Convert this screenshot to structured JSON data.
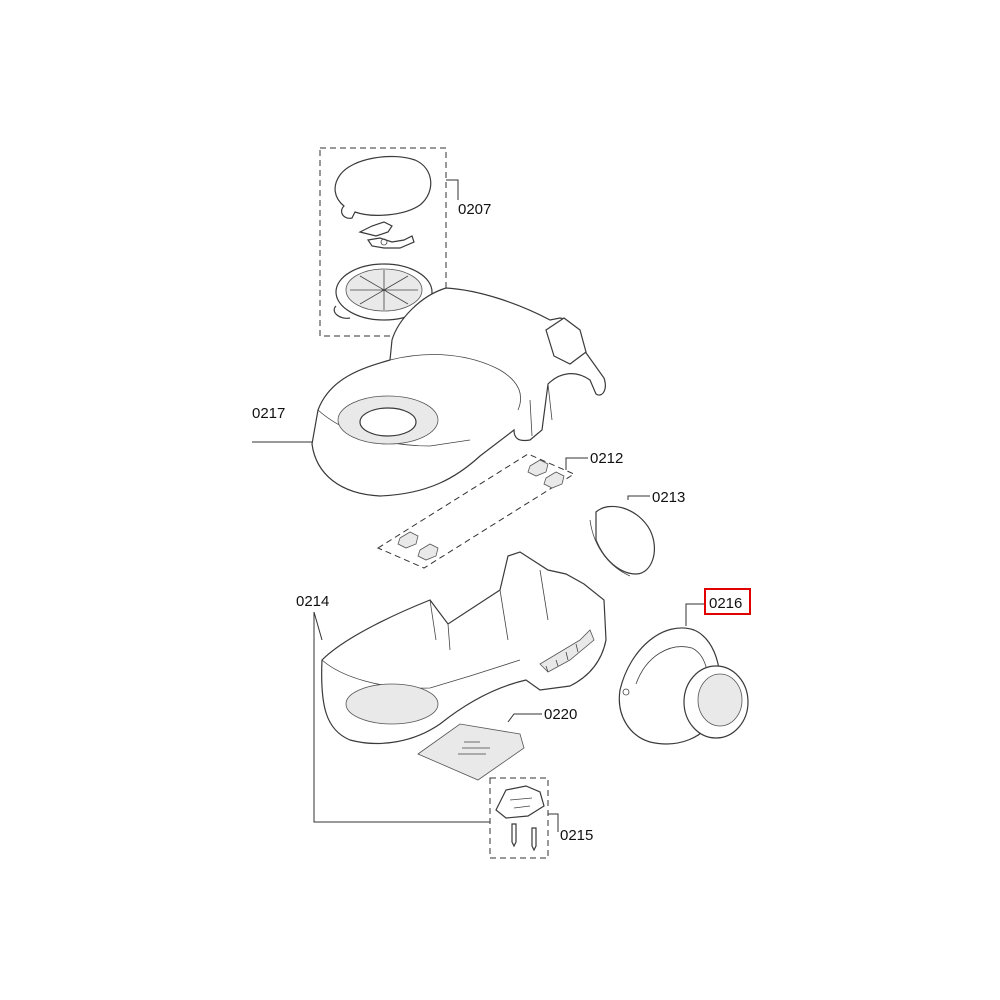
{
  "diagram": {
    "labels": {
      "p0207": "0207",
      "p0212": "0212",
      "p0213": "0213",
      "p0214": "0214",
      "p0215": "0215",
      "p0216": "0216",
      "p0217": "0217",
      "p0220": "0220"
    },
    "highlighted_part": "0216",
    "highlight_color": "#e00000",
    "line_color": "#333333"
  }
}
